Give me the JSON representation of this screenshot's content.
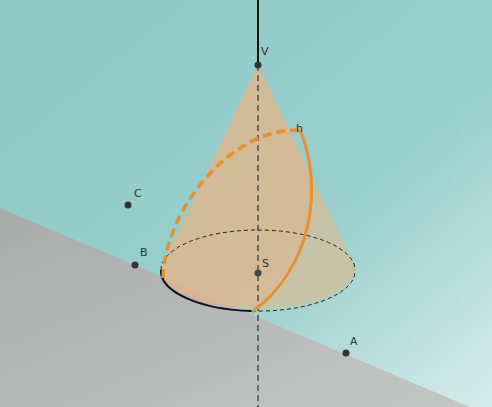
{
  "diagram": {
    "labels": [
      "V",
      "h",
      "C",
      "B",
      "S",
      "A"
    ]
  }
}
